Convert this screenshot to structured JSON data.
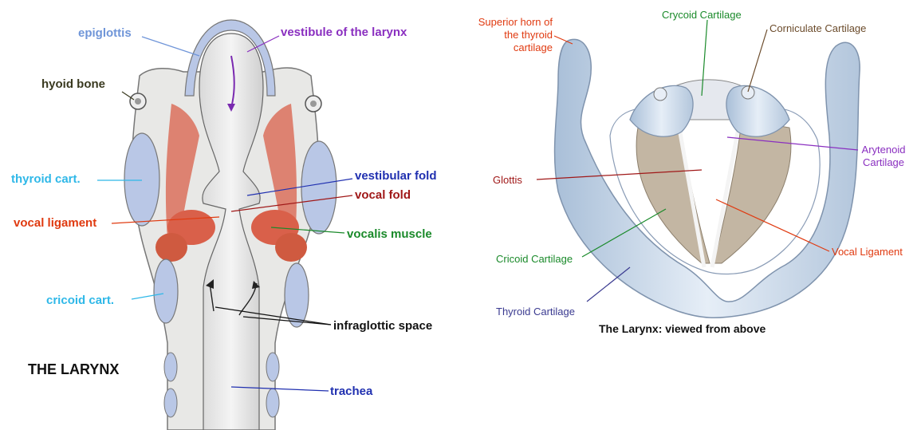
{
  "left_diagram": {
    "title": "THE LARYNX",
    "labels": {
      "epiglottis": "epiglottis",
      "hyoid_bone": "hyoid bone",
      "vestibule": "vestibule of the larynx",
      "thyroid_cart": "thyroid cart.",
      "vestibular_fold": "vestibular fold",
      "vocal_fold": "vocal fold",
      "vocal_ligament": "vocal ligament",
      "vocalis_muscle": "vocalis muscle",
      "cricoid_cart": "cricoid cart.",
      "infraglottic_space": "infraglottic space",
      "trachea": "trachea"
    }
  },
  "right_diagram": {
    "caption": "The Larynx: viewed from above",
    "labels": {
      "superior_horn": [
        "Superior horn of",
        "the thyroid",
        "cartilage"
      ],
      "crycoid": "Crycoid Cartilage",
      "corniculate": "Corniculate Cartilage",
      "arytenoid": [
        "Arytenoid",
        "Cartilage"
      ],
      "glottis": "Glottis",
      "vocal_ligament": "Vocal Ligament",
      "cricoid": "Cricoid Cartilage",
      "thyroid": "Thyroid Cartilage"
    }
  },
  "colors": {
    "light_blue": "#6f95d8",
    "dark_olive": "#3a3a20",
    "purple": "#8a2fc0",
    "cyan": "#2fb8e8",
    "blue": "#2030b0",
    "dark_red": "#a01818",
    "orange_red": "#e03a10",
    "green": "#1a8a2a",
    "black": "#111111",
    "muted_navy": "#3a3a90"
  }
}
